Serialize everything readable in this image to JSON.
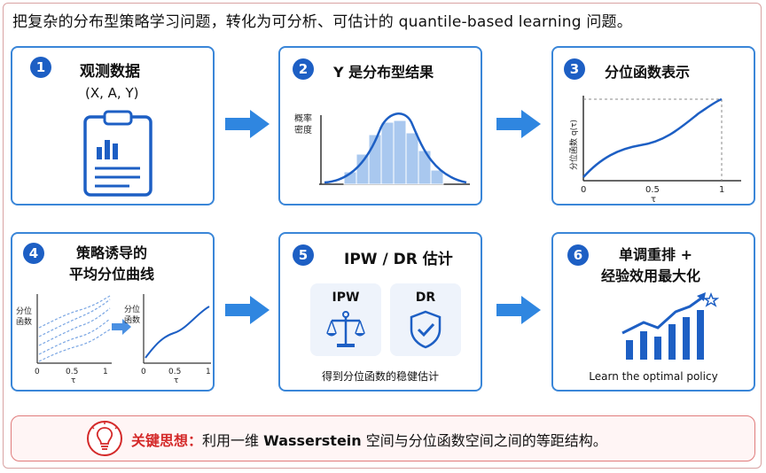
{
  "headline": "把复杂的分布型策略学习问题，转化为可分析、可估计的 quantile-based learning 问题。",
  "cards": [
    {
      "num": "1",
      "title": "观测数据",
      "subtitle": "(X, A, Y)"
    },
    {
      "num": "2",
      "title": "Y 是分布型结果",
      "ylabel": [
        "概率",
        "密度"
      ]
    },
    {
      "num": "3",
      "title": "分位函数表示",
      "ylabel": "分位函数 q(τ)",
      "ticks": [
        "0",
        "0.5",
        "1"
      ],
      "xlabel": "τ"
    },
    {
      "num": "4",
      "title_lines": [
        "策略诱导的",
        "平均分位曲线"
      ],
      "ylabel": [
        "分位",
        "函数"
      ],
      "ticks": [
        "0",
        "0.5",
        "1"
      ],
      "xlabel": "τ"
    },
    {
      "num": "5",
      "title": "IPW / DR 估计",
      "methods": [
        "IPW",
        "DR"
      ],
      "caption": "得到分位函数的稳健估计"
    },
    {
      "num": "6",
      "title_lines": [
        "单调重排 +",
        "经验效用最大化"
      ],
      "caption": "Learn the optimal policy"
    }
  ],
  "key_idea": {
    "label": "关键思想：",
    "body_pre": "利用一维 ",
    "body_bold": "Wasserstein",
    "body_post": " 空间与分位函数空间之间的等距结构。"
  },
  "colors": {
    "accent": "#1d5fc4",
    "border": "#3a86d8",
    "arrow": "#2f86e0",
    "key_red": "#d42a2a"
  }
}
